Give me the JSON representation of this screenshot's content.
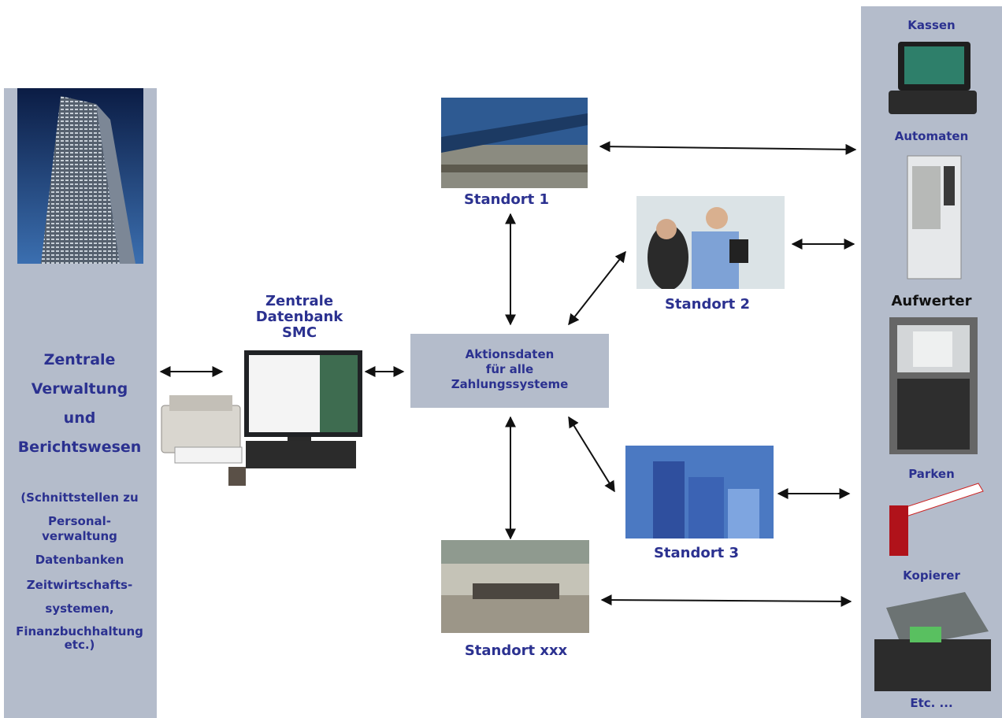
{
  "left_panel": {
    "title_lines": [
      "Zentrale",
      "Verwaltung",
      "und",
      "Berichtswesen"
    ],
    "sub_lines": [
      "(Schnittstellen zu",
      "Personal-",
      "verwaltung",
      "Datenbanken",
      "Zeitwirtschafts-",
      "systemen,",
      "Finanzbuchhaltung",
      "etc.)"
    ]
  },
  "db_label": [
    "Zentrale",
    "Datenbank",
    "SMC"
  ],
  "center_box": [
    "Aktionsdaten",
    "für alle",
    "Zahlungssysteme"
  ],
  "standorte": {
    "s1": "Standort 1",
    "s2": "Standort 2",
    "s3": "Standort 3",
    "sx": "Standort  xxx"
  },
  "right_panel": {
    "kassen": "Kassen",
    "automaten": "Automaten",
    "aufwerter": "Aufwerter",
    "parken": "Parken",
    "kopierer": "Kopierer",
    "etc": "Etc. ..."
  },
  "colors": {
    "label": "#2b3190",
    "panel": "#b4bccb",
    "box": "#b4bccb"
  }
}
